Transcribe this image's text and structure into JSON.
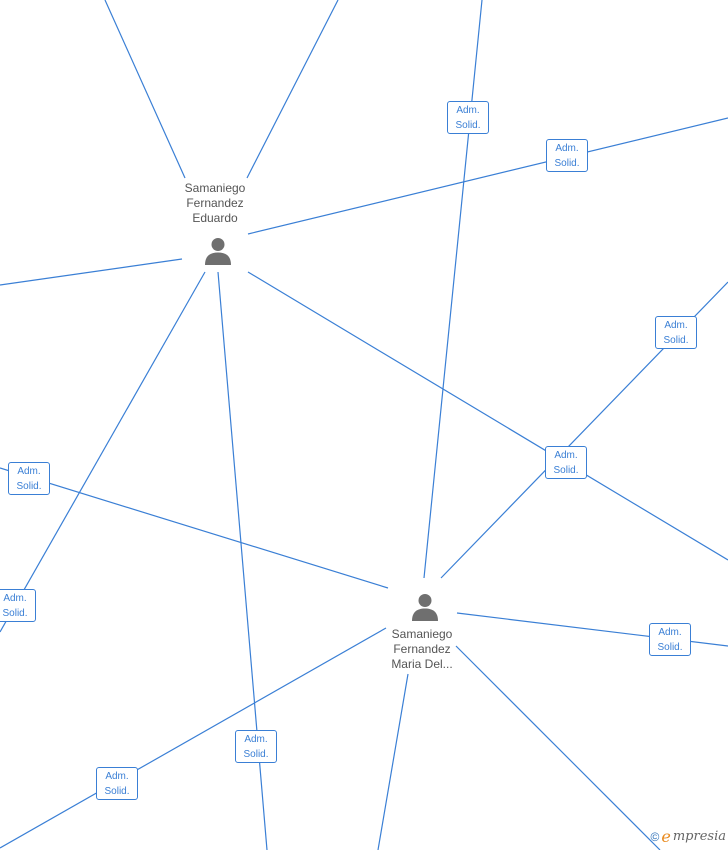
{
  "nodes": {
    "eduardo": {
      "label_lines": [
        "Samaniego",
        "Fernandez",
        "Eduardo"
      ],
      "icon": "person-icon"
    },
    "maria": {
      "label_lines": [
        "Samaniego",
        "Fernandez",
        "Maria Del..."
      ],
      "icon": "person-icon"
    }
  },
  "role_boxes": [
    {
      "line1": "Adm.",
      "line2": "Solid."
    },
    {
      "line1": "Adm.",
      "line2": "Solid."
    },
    {
      "line1": "Adm.",
      "line2": "Solid."
    },
    {
      "line1": "Adm.",
      "line2": "Solid."
    },
    {
      "line1": "Adm.",
      "line2": "Solid."
    },
    {
      "line1": "Adm.",
      "line2": "Solid."
    },
    {
      "line1": "Adm.",
      "line2": "Solid."
    },
    {
      "line1": "Adm.",
      "line2": "Solid."
    },
    {
      "line1": "Adm.",
      "line2": "Solid."
    }
  ],
  "watermark": {
    "copyright": "©",
    "brand_first": "e",
    "brand_rest": "mpresia"
  },
  "colors": {
    "edge": "#3a7fd5",
    "icon": "#6f6f6f",
    "label": "#555555",
    "brand_accent": "#e98a1e"
  }
}
